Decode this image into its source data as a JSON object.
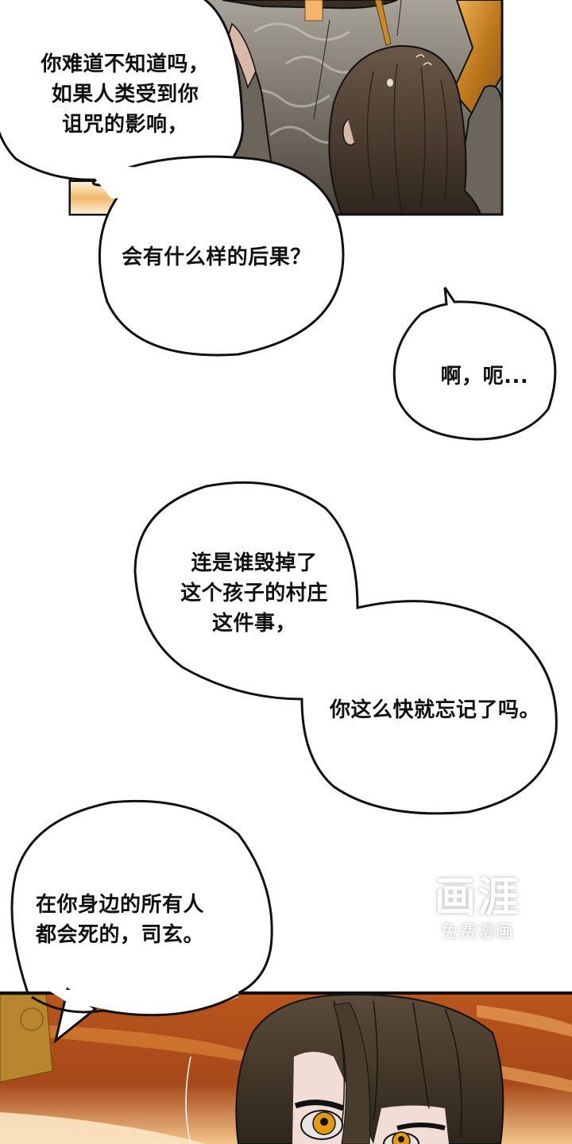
{
  "page": {
    "type": "webtoon-strip",
    "background": "#ffffff"
  },
  "panels": {
    "top": {
      "description": "Long-haired character seen from behind holding a golden object against a swirling grey smoky background",
      "colors": {
        "smoke": "#8f8a82",
        "hair": "#4a3a2c",
        "gold": "#c98a2a",
        "robe": "#6b655b",
        "border": "#111111"
      }
    },
    "bottom": {
      "description": "Close-up of startled dark-haired character with golden-orange eyes, fiery orange background",
      "colors": {
        "background": "#b5541a",
        "hair": "#4a3e30",
        "eyes": "#e39a10",
        "skin": "#f1dcd6",
        "border": "#111111"
      }
    }
  },
  "bubbles": [
    {
      "id": "b1",
      "text": "你难道不知道吗，\n如果人类受到你\n诅咒的影响，"
    },
    {
      "id": "b2",
      "text": "会有什么样的后果？"
    },
    {
      "id": "b3",
      "text": "啊，呃..."
    },
    {
      "id": "b4",
      "text": "连是谁毁掉了\n这个孩子的村庄\n这件事，"
    },
    {
      "id": "b5",
      "text": "你这么快就忘记了吗。"
    },
    {
      "id": "b6",
      "text": "在你身边的所有人\n都会死的，司玄。"
    }
  ],
  "watermark": {
    "logo_text": "画涯",
    "tagline": "免费漫画"
  }
}
